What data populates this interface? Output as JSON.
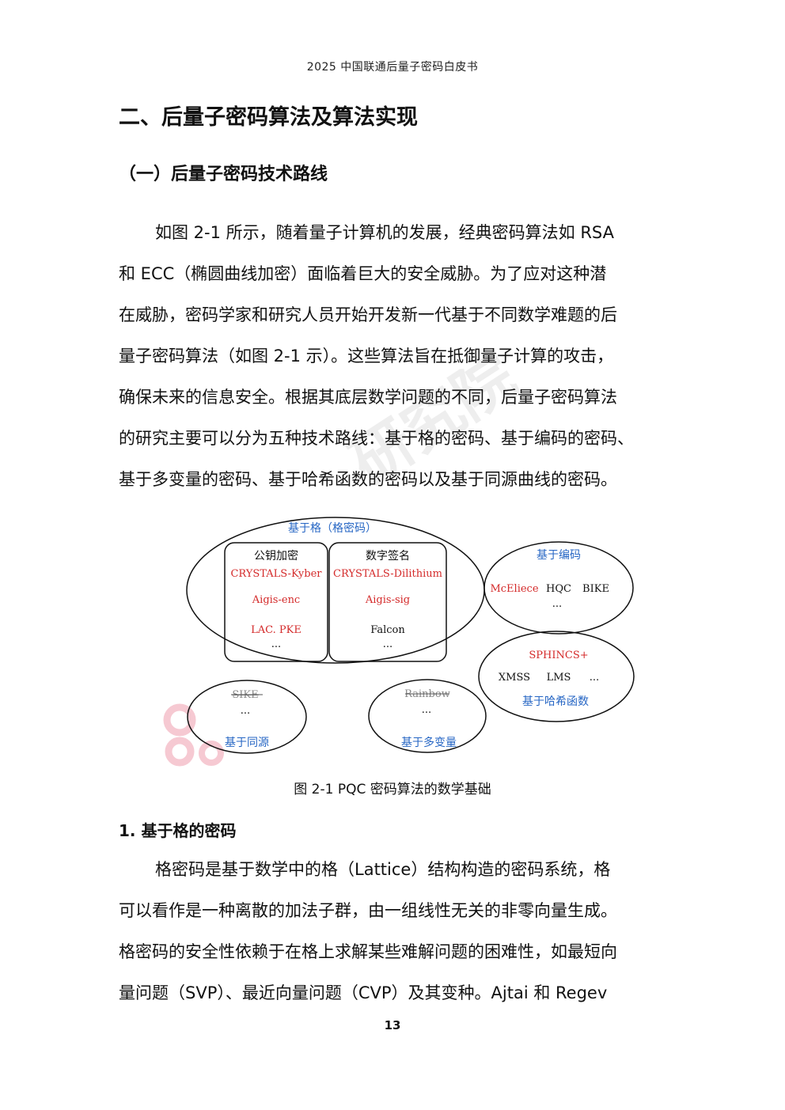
{
  "header": {
    "title": "2025 中国联通后量子密码白皮书"
  },
  "section": {
    "title": "二、后量子密码算法及算法实现"
  },
  "subsection": {
    "title": "（一）后量子密码技术路线"
  },
  "paragraph1": {
    "lines": [
      "如图 2-1 所示，随着量子计算机的发展，经典密码算法如 RSA",
      "和 ECC（椭圆曲线加密）面临着巨大的安全威胁。为了应对这种潜",
      "在威胁，密码学家和研究人员开始开发新一代基于不同数学难题的后",
      "量子密码算法（如图 2-1 示）。这些算法旨在抵御量子计算的攻击，",
      "确保未来的信息安全。根据其底层数学问题的不同，后量子密码算法",
      "的研究主要可以分为五种技术路线：基于格的密码、基于编码的密码、",
      "基于多变量的密码、基于哈希函数的密码以及基于同源曲线的密码。"
    ]
  },
  "watermark": {
    "text": "研究院"
  },
  "figure": {
    "lattice": {
      "title": "基于格（格密码）",
      "kem": {
        "title": "公钥加密",
        "items": [
          "CRYSTALS-Kyber",
          "Aigis-enc",
          "LAC. PKE"
        ],
        "more": "..."
      },
      "sig": {
        "title": "数字签名",
        "items": [
          "CRYSTALS-Dilithium",
          "Aigis-sig",
          "Falcon"
        ],
        "more": "..."
      }
    },
    "code": {
      "title": "基于编码",
      "items": [
        "McEliece",
        "HQC",
        "BIKE"
      ],
      "more": "..."
    },
    "hash": {
      "title": "基于哈希函数",
      "top": "SPHINCS+",
      "items": [
        "XMSS",
        "LMS",
        "..."
      ]
    },
    "isogeny": {
      "title": "基于同源",
      "struck": "SIKE",
      "more": "..."
    },
    "multivariate": {
      "title": "基于多变量",
      "struck": "Rainbow",
      "more": "..."
    },
    "colors": {
      "red": "#d42a2a",
      "blue": "#2666c4",
      "black": "#111111"
    }
  },
  "caption": {
    "text": "图 2-1 PQC 密码算法的数学基础"
  },
  "subheading": {
    "title": "1. 基于格的密码"
  },
  "paragraph2": {
    "lines": [
      "格密码是基于数学中的格（Lattice）结构构造的密码系统，格",
      "可以看作是一种离散的加法子群，由一组线性无关的非零向量生成。",
      "格密码的安全性依赖于在格上求解某些难解问题的困难性，如最短向",
      "量问题（SVP）、最近向量问题（CVP）及其变种。Ajtai 和 Regev"
    ]
  },
  "page": {
    "number": "13"
  }
}
